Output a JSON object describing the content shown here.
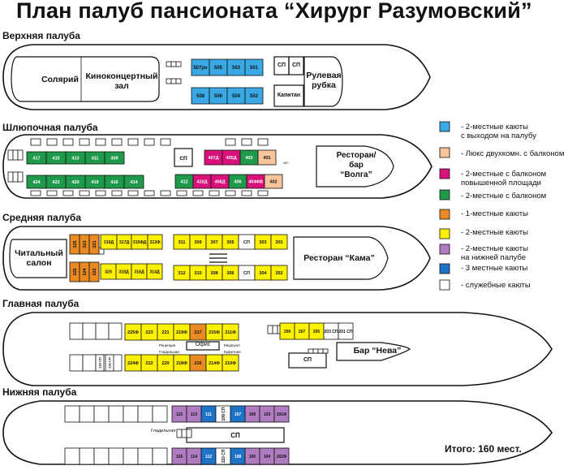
{
  "title": "План палуб пансионата “Хирург Разумовский”",
  "total": "Итого: 160 мест.",
  "colors": {
    "blue_light": "#3aa8e5",
    "peach": "#f7c49b",
    "magenta": "#d8127a",
    "green": "#1f9a4a",
    "orange": "#e98a22",
    "yellow": "#fff200",
    "lilac": "#b07cc0",
    "blue_dark": "#1d73c6",
    "white": "#ffffff"
  },
  "legend": [
    {
      "color": "blue_light",
      "text": "- 2-местные каюты\n  с выходом на палубу"
    },
    {
      "color": "peach",
      "text": "- Люкс двухкомн. с балконом"
    },
    {
      "color": "magenta",
      "text": "- 2-местные с балконом\n  повышенной площади"
    },
    {
      "color": "green",
      "text": "- 2-местные с балконом"
    },
    {
      "color": "orange",
      "text": "- 1-местные каюты"
    },
    {
      "color": "yellow",
      "text": "- 2-местные каюты"
    },
    {
      "color": "lilac",
      "text": "- 2-местные каюты\n  на нижней палубе"
    },
    {
      "color": "blue_dark",
      "text": "- 3 местные каюты"
    },
    {
      "color": "white",
      "text": "- служебные каюты"
    }
  ],
  "decks": {
    "upper": {
      "label": "Верхняя палуба",
      "rooms": {
        "solarium": "Солярий",
        "cinema": "Киноконцертный\nзал",
        "wheelhouse": "Рулевая\nрубка",
        "captain": "Капитан",
        "sp1": "СП",
        "sp2": "СП"
      },
      "top_cabins": [
        "507ро",
        "505",
        "503",
        "501"
      ],
      "bottom_cabins": [
        "508",
        "506",
        "504",
        "502"
      ]
    },
    "boat": {
      "label": "Шлюпочная палуба",
      "top_cabins": [
        "417",
        "415",
        "413",
        "411",
        "409"
      ],
      "bottom_cabins": [
        "424",
        "422",
        "420",
        "419",
        "416",
        "414"
      ],
      "top_mid": [
        "СП",
        "407Д",
        "405Д",
        "403",
        "401"
      ],
      "bottom_mid": [
        "412",
        "410Д",
        "408Д",
        "406",
        "404ФВ",
        "402"
      ],
      "wc": "WC",
      "restaurant": "Ресторан/\nбар\n“Волга”"
    },
    "middle": {
      "label": "Средняя палуба",
      "reading": "Читальный\nсалон",
      "restaurant": "Ресторан “Кама”",
      "top_orange": [
        "325",
        "323",
        "321"
      ],
      "bottom_orange": [
        "326",
        "324",
        "322"
      ],
      "top_a": [
        "319Д",
        "317Д",
        "315ФД",
        "313Ф"
      ],
      "bottom_a": [
        "320",
        "318Д",
        "316Д",
        "314Д"
      ],
      "top_b": [
        "311",
        "309",
        "307",
        "305",
        "СП",
        "303",
        "301"
      ],
      "bottom_b": [
        "312",
        "310",
        "308",
        "306",
        "СП",
        "304",
        "302"
      ]
    },
    "main": {
      "label": "Главная палуба",
      "top_cabins": [
        "225Ф",
        "223",
        "221",
        "219Ф",
        "217",
        "215Ф",
        "211Ф"
      ],
      "bottom_cabins": [
        "224Ф",
        "222",
        "220",
        "218Ф",
        "216",
        "214Ф",
        "210Ф"
      ],
      "top_right": [
        "209",
        "207",
        "205",
        "203 СП",
        "201 СП"
      ],
      "office": "Офис",
      "small_labels": [
        "Рецепция",
        "Гладильная",
        "Медпункт",
        "Буфетная"
      ],
      "sp": "СП",
      "sp_left": "228 СП",
      "sp_left2": "226 СП",
      "bar": "Бар “Нева”"
    },
    "lower": {
      "label": "Нижняя палуба",
      "top_cabins": [
        "115",
        "113",
        "111",
        "109 СП",
        "107",
        "105",
        "103",
        "101Ф"
      ],
      "bottom_cabins": [
        "116",
        "114",
        "112",
        "110 СП",
        "108",
        "106",
        "104",
        "102Ф"
      ],
      "ironing": "Гладильная",
      "sp": "СП"
    }
  }
}
